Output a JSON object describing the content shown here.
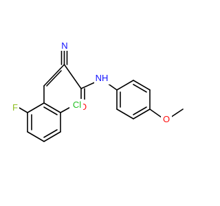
{
  "molecule": {
    "atoms": {
      "nitrile_n": {
        "label": "N",
        "color": "#1010ff"
      },
      "amide_nh": {
        "label": "NH",
        "color": "#1010ff"
      },
      "carbonyl_o": {
        "label": "O",
        "color": "#ff0d0d"
      },
      "methoxy_o": {
        "label": "O",
        "color": "#ff0d0d"
      },
      "fluorine": {
        "label": "F",
        "color": "#8fbf20"
      },
      "chlorine": {
        "label": "Cl",
        "color": "#20c020"
      }
    }
  }
}
